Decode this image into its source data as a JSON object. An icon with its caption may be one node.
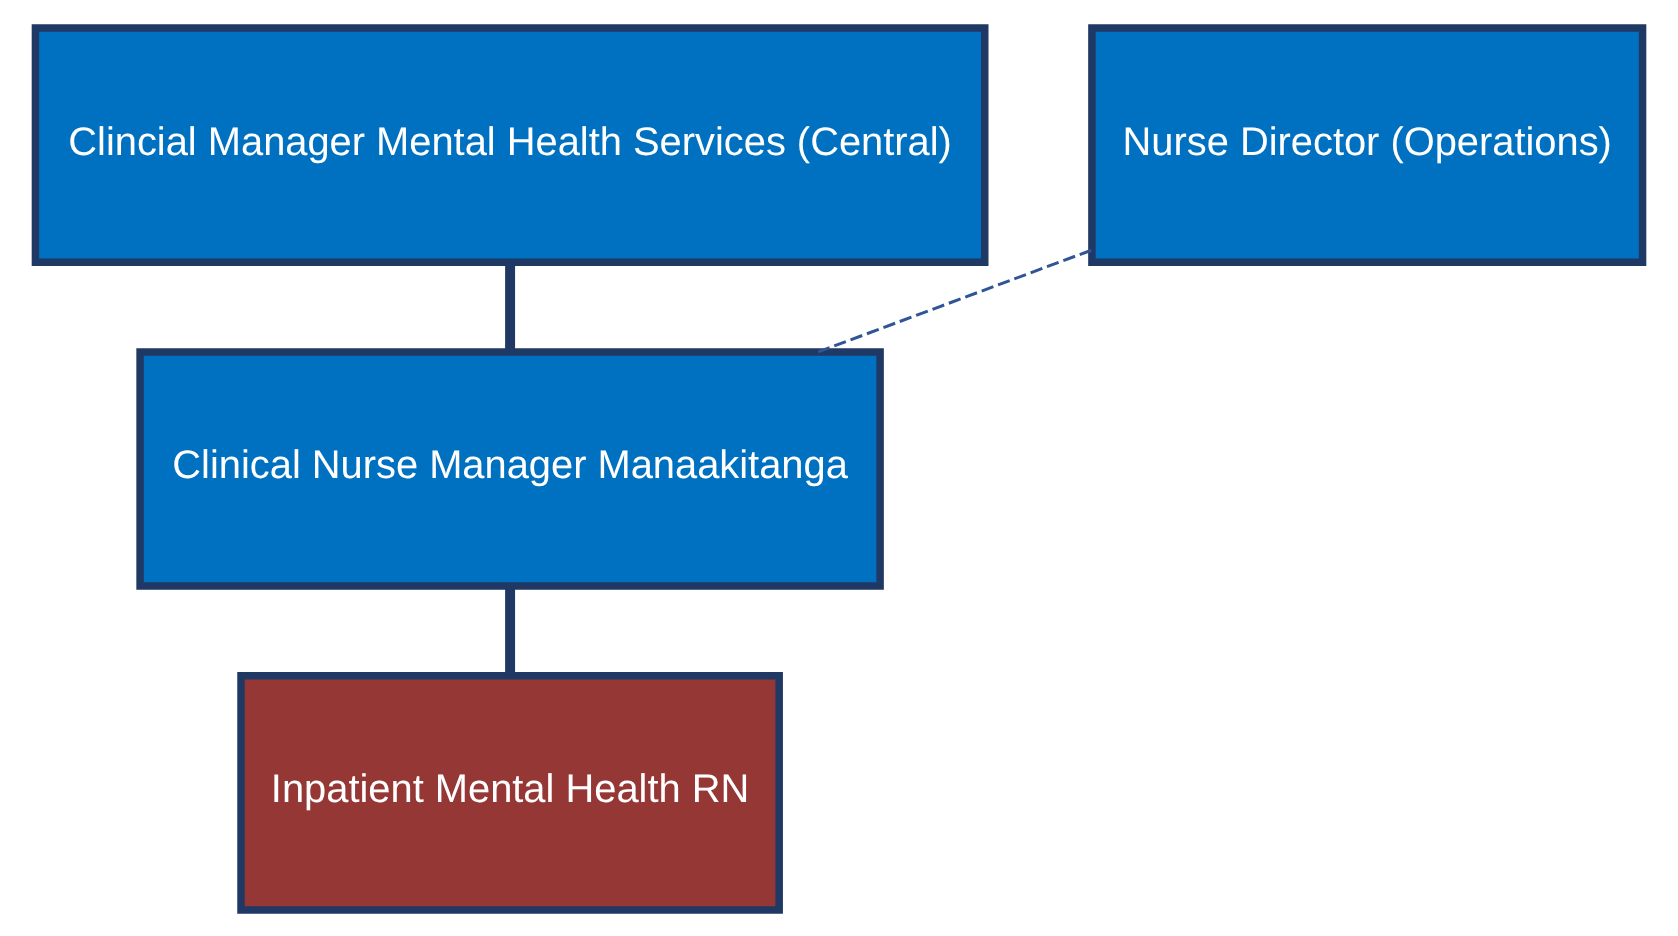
{
  "diagram": {
    "nodes": [
      {
        "text": [
          "Clincial Manager Mental Health Services (Central)"
        ]
      },
      {
        "text": [
          "Nurse Director (Operations)"
        ]
      },
      {
        "text": [
          "Clinical Nurse Manager Manaakitanga"
        ]
      },
      {
        "text": [
          "Inpatient Mental Health RN"
        ]
      }
    ],
    "edges": [
      {
        "from": 0,
        "to": 2,
        "arrow": "none"
      },
      {
        "from": 1,
        "to": 2,
        "arrow": "none",
        "style": "dashed",
        "color": "#2f5597"
      },
      {
        "from": 2,
        "to": 3,
        "arrow": "none"
      }
    ]
  }
}
